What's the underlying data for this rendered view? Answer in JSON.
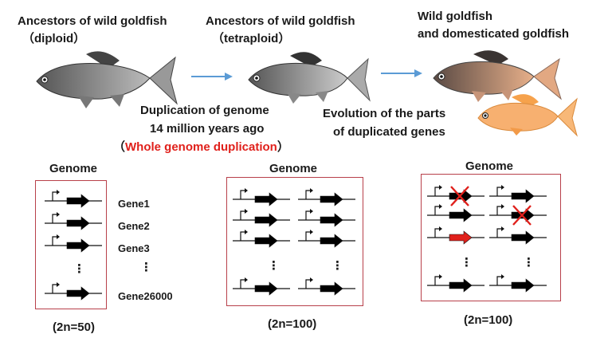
{
  "stage1": {
    "title": "Ancestors of wild goldfish",
    "ploidy": "（diploid）"
  },
  "stage2": {
    "title": "Ancestors of wild goldfish",
    "ploidy": "（tetraploid）"
  },
  "stage3": {
    "title_line1": "Wild goldfish",
    "title_line2": "and domesticated goldfish"
  },
  "event1": {
    "line1": "Duplication of genome",
    "line2": "14 million years ago",
    "open_paren": "（",
    "highlight": "Whole genome duplication",
    "close_paren": "）"
  },
  "event2": {
    "line1": "Evolution of the parts",
    "line2": "of duplicated genes"
  },
  "genome_label": "Genome",
  "panel1": {
    "label": "Genome",
    "count": "(2n=50)",
    "genes": [
      "Gene1",
      "Gene2",
      "Gene3",
      "⋮",
      "Gene26000"
    ]
  },
  "panel2": {
    "label": "Genome",
    "count": "(2n=100)"
  },
  "panel3": {
    "label": "Genome",
    "count": "(2n=100)"
  },
  "ellipsis": "⋮",
  "colors": {
    "box_border": "#b8404a",
    "highlight_red": "#e0201b",
    "arrow_blue": "#5b9bd5",
    "wild_fish": "#777777",
    "gold_fish": "#f4a55a"
  }
}
